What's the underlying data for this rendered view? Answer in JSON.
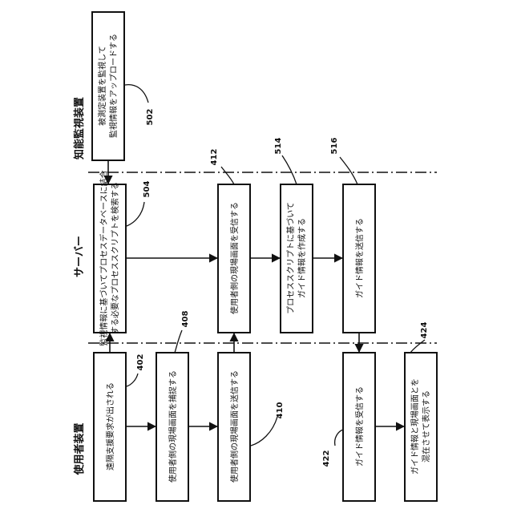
{
  "lanes": {
    "monitor": "知能監視装置",
    "server": "サーバー",
    "user": "使用者装置"
  },
  "steps": {
    "s502": {
      "line1": "被測定装置を監視して",
      "line2": "監視情報をアップロードする",
      "ref": "502"
    },
    "s504": {
      "line1": "監視情報に基づいてプロセスデータベースに結合",
      "line2": "する必要なプロセススクリプトを検索する",
      "ref": "504"
    },
    "s402": {
      "line1": "遠隔支援要求が出される",
      "ref": "402"
    },
    "s408": {
      "line1": "使用者側の現場画面を捕捉する",
      "ref": "408"
    },
    "s410": {
      "line1": "使用者側の現場画面を送信する",
      "ref": "410"
    },
    "s412": {
      "line1": "使用者側の現場画面を受信する",
      "ref": "412"
    },
    "s514": {
      "line1": "プロセススクリプトに基づいて",
      "line2": "ガイド情報を作成する",
      "ref": "514"
    },
    "s516": {
      "line1": "ガイド情報を送信する",
      "ref": "516"
    },
    "s422": {
      "line1": "ガイド情報を受信する",
      "ref": "422"
    },
    "s424": {
      "line1": "ガイド情報と現場画面とを",
      "line2": "混在させて表示する",
      "ref": "424"
    }
  }
}
